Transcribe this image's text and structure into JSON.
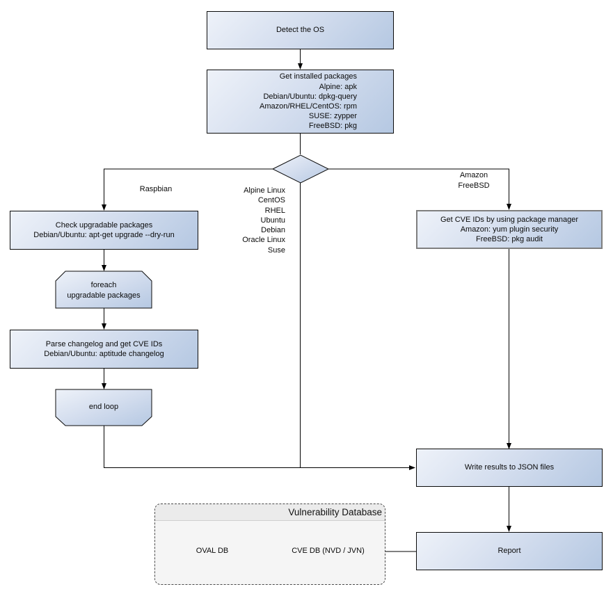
{
  "flow": {
    "detect_os": {
      "label": "Detect the OS"
    },
    "get_installed_packages": {
      "lines": [
        "Get installed packages",
        "Alpine: apk",
        "Debian/Ubuntu: dpkg-query",
        "Amazon/RHEL/CentOS: rpm",
        "SUSE: zypper",
        "FreeBSD: pkg"
      ]
    },
    "check_upgradable": {
      "lines": [
        "Check upgradable packages",
        "Debian/Ubuntu: apt-get upgrade --dry-run"
      ]
    },
    "foreach_loop": {
      "lines": [
        "foreach",
        "upgradable packages"
      ]
    },
    "parse_changelog": {
      "lines": [
        "Parse changelog and get CVE IDs",
        "Debian/Ubuntu: aptitude changelog"
      ]
    },
    "end_loop": {
      "label": "end loop"
    },
    "get_cve_ids": {
      "lines": [
        "Get CVE IDs by using package manager",
        "Amazon: yum plugin security",
        "FreeBSD: pkg audit"
      ]
    },
    "write_results": {
      "label": "Write results to JSON files"
    },
    "report": {
      "label": "Report"
    }
  },
  "branch_labels": {
    "raspbian": "Raspbian",
    "amazon_freebsd": {
      "lines": [
        "Amazon",
        "FreeBSD"
      ]
    },
    "os_list": {
      "lines": [
        "Alpine Linux",
        "CentOS",
        "RHEL",
        "Ubuntu",
        "Debian",
        "Oracle Linux",
        "Suse"
      ]
    }
  },
  "vulnerability_database": {
    "title": "Vulnerability Database",
    "oval_db": "OVAL DB",
    "cve_db": "CVE DB (NVD / JVN)"
  },
  "colors": {
    "node_fill_light": "#eef2f9",
    "node_fill_dark": "#b5c8e2",
    "node_border": "#0b0b0b",
    "gray_node_border": "#7f7f7f",
    "connector": "#000000",
    "container_fill": "#f5f5f5",
    "container_band_fill": "#ebebeb"
  }
}
